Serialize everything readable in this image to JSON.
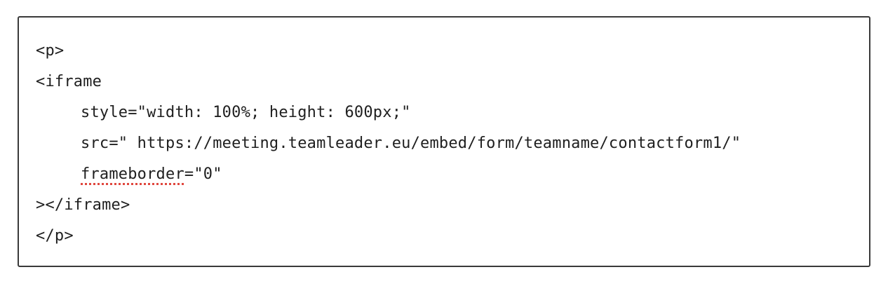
{
  "code_editor": {
    "lines": [
      {
        "text": "<p>",
        "indent": 0
      },
      {
        "text": "<iframe",
        "indent": 0
      },
      {
        "text": "style=\"width: 100%; height: 600px;\"",
        "indent": 1
      },
      {
        "text": "src=\" https://meeting.teamleader.eu/embed/form/teamname/contactform1/\"",
        "indent": 1
      },
      {
        "prefix": "frameborder",
        "suffix": "=\"0\"",
        "indent": 1
      },
      {
        "text": "></iframe>",
        "indent": 0
      },
      {
        "text": "</p>",
        "indent": 0
      }
    ],
    "spellcheck_underline_color": "#e0473e",
    "border_color": "#3a3a3a",
    "text_color": "#1f1f1f"
  }
}
